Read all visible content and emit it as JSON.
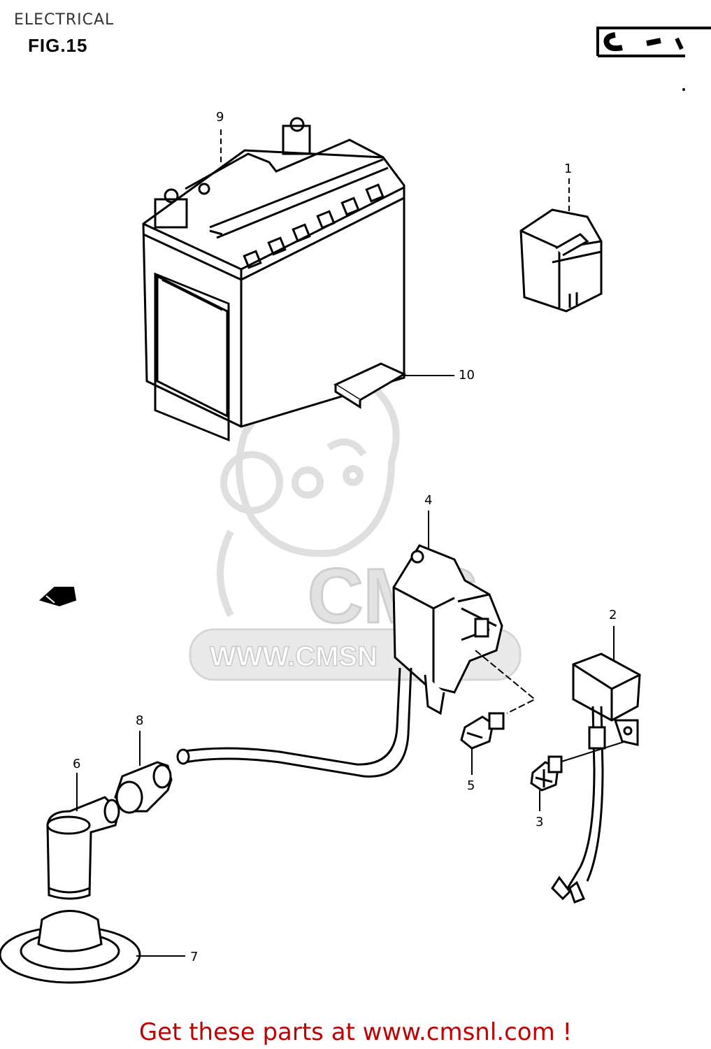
{
  "header": {
    "section_title": "ELECTRICAL",
    "figure_label": "FIG.15",
    "corner_code": "C-"
  },
  "callouts": {
    "battery": "9",
    "battery_pad": "10",
    "relay": "1",
    "ignition_coil": "4",
    "regulator": "2",
    "coil_bolt": "5",
    "regulator_screw": "3",
    "cap_seal": "8",
    "plug_cap": "6",
    "cover": "7"
  },
  "watermark": {
    "brand": "CMS",
    "url": "WWW.CMSN"
  },
  "footer": {
    "cta": "Get these parts at www.cmsnl.com !"
  },
  "colors": {
    "line": "#000000",
    "cta": "#c00000",
    "watermark": "#d9d9d9"
  }
}
